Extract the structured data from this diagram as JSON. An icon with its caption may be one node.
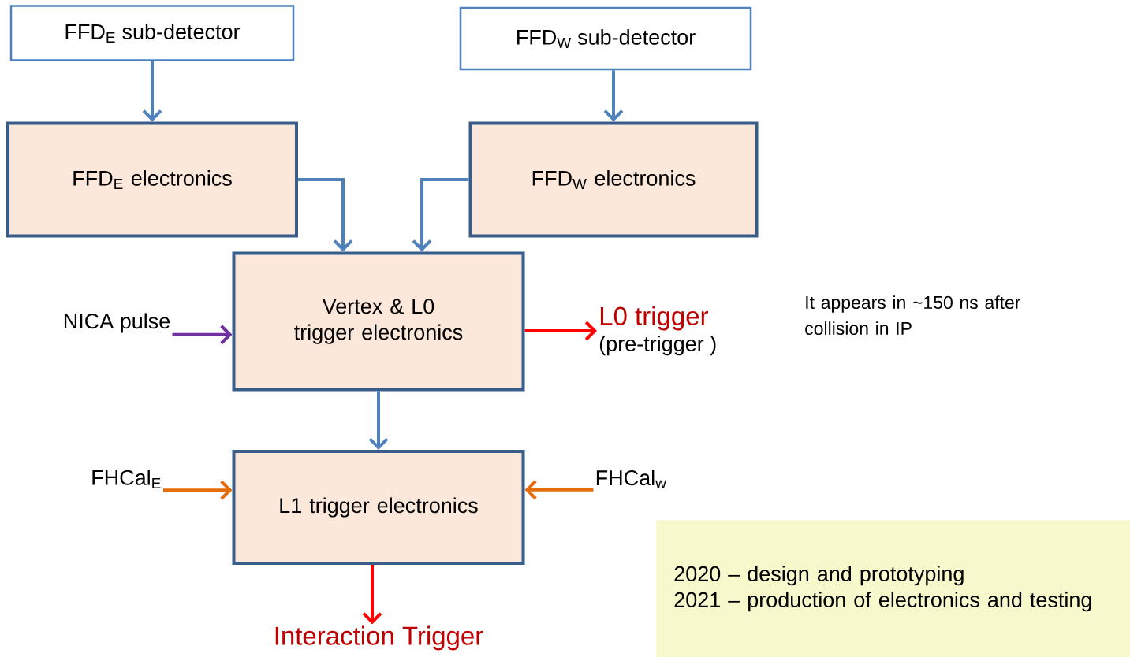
{
  "diagram": {
    "nodes": [
      {
        "text": [
          "FFD$_{E}$ sub-detector"
        ]
      },
      {
        "text": [
          "FFD$_{W}$ sub-detector"
        ]
      },
      {
        "text": [
          "FFD$_{E}$ electronics"
        ]
      },
      {
        "text": [
          "FFD$_{W}$ electronics"
        ]
      },
      {
        "text": [
          "Vertex & L0 trigger electronics"
        ]
      },
      {
        "text": [
          "L1 trigger electronics"
        ]
      },
      {
        "text": [
          "NICA pulse"
        ]
      },
      {
        "text": [
          "L0 trigger",
          "(pre-trigger )"
        ]
      },
      {
        "text": [
          "FHCal$_{E}$"
        ]
      },
      {
        "text": [
          "FHCal$_{w}$"
        ]
      },
      {
        "text": [
          "Interaction Trigger"
        ]
      },
      {
        "text": [
          "2020 – design and prototyping",
          "2021 – production of electronics and testing"
        ]
      }
    ],
    "edges": [
      {
        "from": 0,
        "to": 2,
        "arrow": "to"
      },
      {
        "from": 1,
        "to": 3,
        "arrow": "to"
      },
      {
        "from": 2,
        "to": 4,
        "arrow": "to"
      },
      {
        "from": 3,
        "to": 4,
        "arrow": "to"
      },
      {
        "from": 6,
        "to": 4,
        "arrow": "to",
        "color": "#7030a0"
      },
      {
        "from": 4,
        "to": 7,
        "arrow": "to",
        "color": "#ff0000"
      },
      {
        "from": 4,
        "to": 5,
        "arrow": "to"
      },
      {
        "from": 8,
        "to": 5,
        "arrow": "to",
        "color": "#e46c0a"
      },
      {
        "from": 9,
        "to": 5,
        "arrow": "to",
        "color": "#e46c0a"
      },
      {
        "from": 5,
        "to": 10,
        "arrow": "to",
        "color": "#ff0000"
      }
    ],
    "labels": [
      "It appears in ~150 ns after collision in IP"
    ]
  }
}
